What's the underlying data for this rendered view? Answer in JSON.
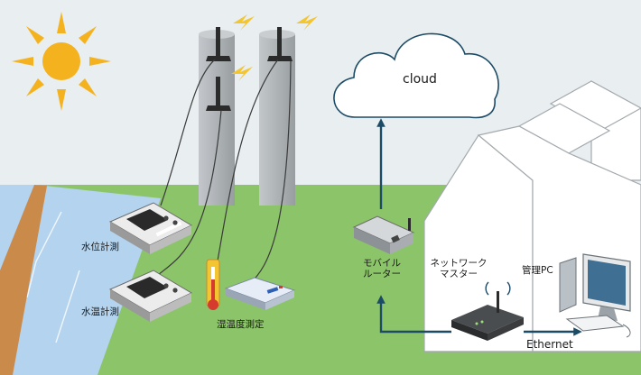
{
  "labels": {
    "cloud": "cloud",
    "water_level_meter": "水位計測",
    "water_temp_meter": "水温計測",
    "humidity_temp_meter": "湿温度測定",
    "mobile_router_line1": "モバイル",
    "mobile_router_line2": "ルーター",
    "network_master_line1": "ネットワーク",
    "network_master_line2": "マスター",
    "management_pc": "管理PC",
    "ethernet": "Ethernet"
  },
  "colors": {
    "sky": "#e9eef0",
    "grass": "#8cc469",
    "river": "#b3d3ee",
    "riverbank": "#c98a4a",
    "sun": "#f5b21f",
    "pole": "#aeb3b6",
    "lightning": "#f3c531",
    "arrow": "#1c4b66",
    "building_line": "#a3a9ad"
  }
}
